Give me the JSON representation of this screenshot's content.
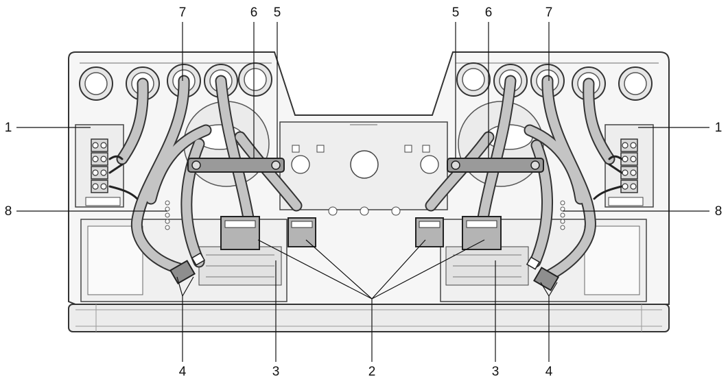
{
  "figure": {
    "description_free": true,
    "callouts": {
      "c1_left": "1",
      "c1_right": "1",
      "c2": "2",
      "c3_left": "3",
      "c3_right": "3",
      "c4_left": "4",
      "c4_right": "4",
      "c5_left": "5",
      "c5_right": "5",
      "c6_left": "6",
      "c6_right": "6",
      "c7_left": "7",
      "c7_right": "7",
      "c8_left": "8",
      "c8_right": "8"
    },
    "colors": {
      "line": "#333333",
      "cable": "#c2c2c2",
      "housing": "#f3f3f3",
      "panel": "#e4e4e4",
      "dark": "#555555"
    }
  }
}
